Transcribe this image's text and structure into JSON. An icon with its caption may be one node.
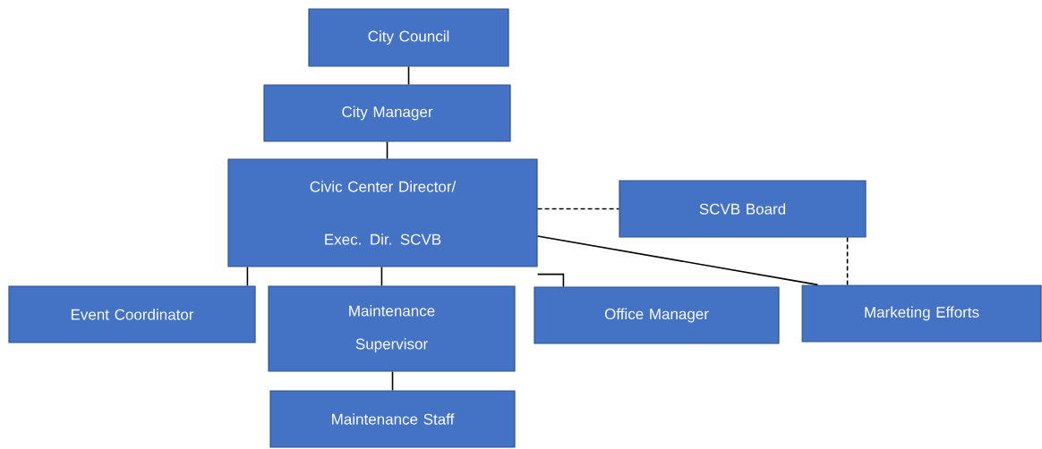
{
  "diagram": {
    "nodes": [
      {
        "text": [
          "City Council"
        ]
      },
      {
        "text": [
          "City Manager"
        ]
      },
      {
        "text": [
          "Civic Center Director/ Exec. Dir. SCVB"
        ]
      },
      {
        "text": [
          "SCVB Board"
        ]
      },
      {
        "text": [
          "Event Coordinator"
        ]
      },
      {
        "text": [
          "Maintenance Supervisor"
        ]
      },
      {
        "text": [
          "Office Manager"
        ]
      },
      {
        "text": [
          "Marketing Efforts"
        ]
      },
      {
        "text": [
          "Maintenance Staff"
        ]
      }
    ],
    "edges": [
      {
        "from": 0,
        "to": 1,
        "arrow": "none"
      },
      {
        "from": 1,
        "to": 2,
        "arrow": "none"
      },
      {
        "from": 2,
        "to": 3,
        "arrow": "none",
        "style": "dashed"
      },
      {
        "from": 2,
        "to": 4,
        "arrow": "none"
      },
      {
        "from": 2,
        "to": 5,
        "arrow": "none"
      },
      {
        "from": 2,
        "to": 6,
        "arrow": "none"
      },
      {
        "from": 2,
        "to": 7,
        "arrow": "none"
      },
      {
        "from": 3,
        "to": 7,
        "arrow": "none",
        "style": "dashed"
      },
      {
        "from": 5,
        "to": 8,
        "arrow": "none"
      }
    ]
  }
}
